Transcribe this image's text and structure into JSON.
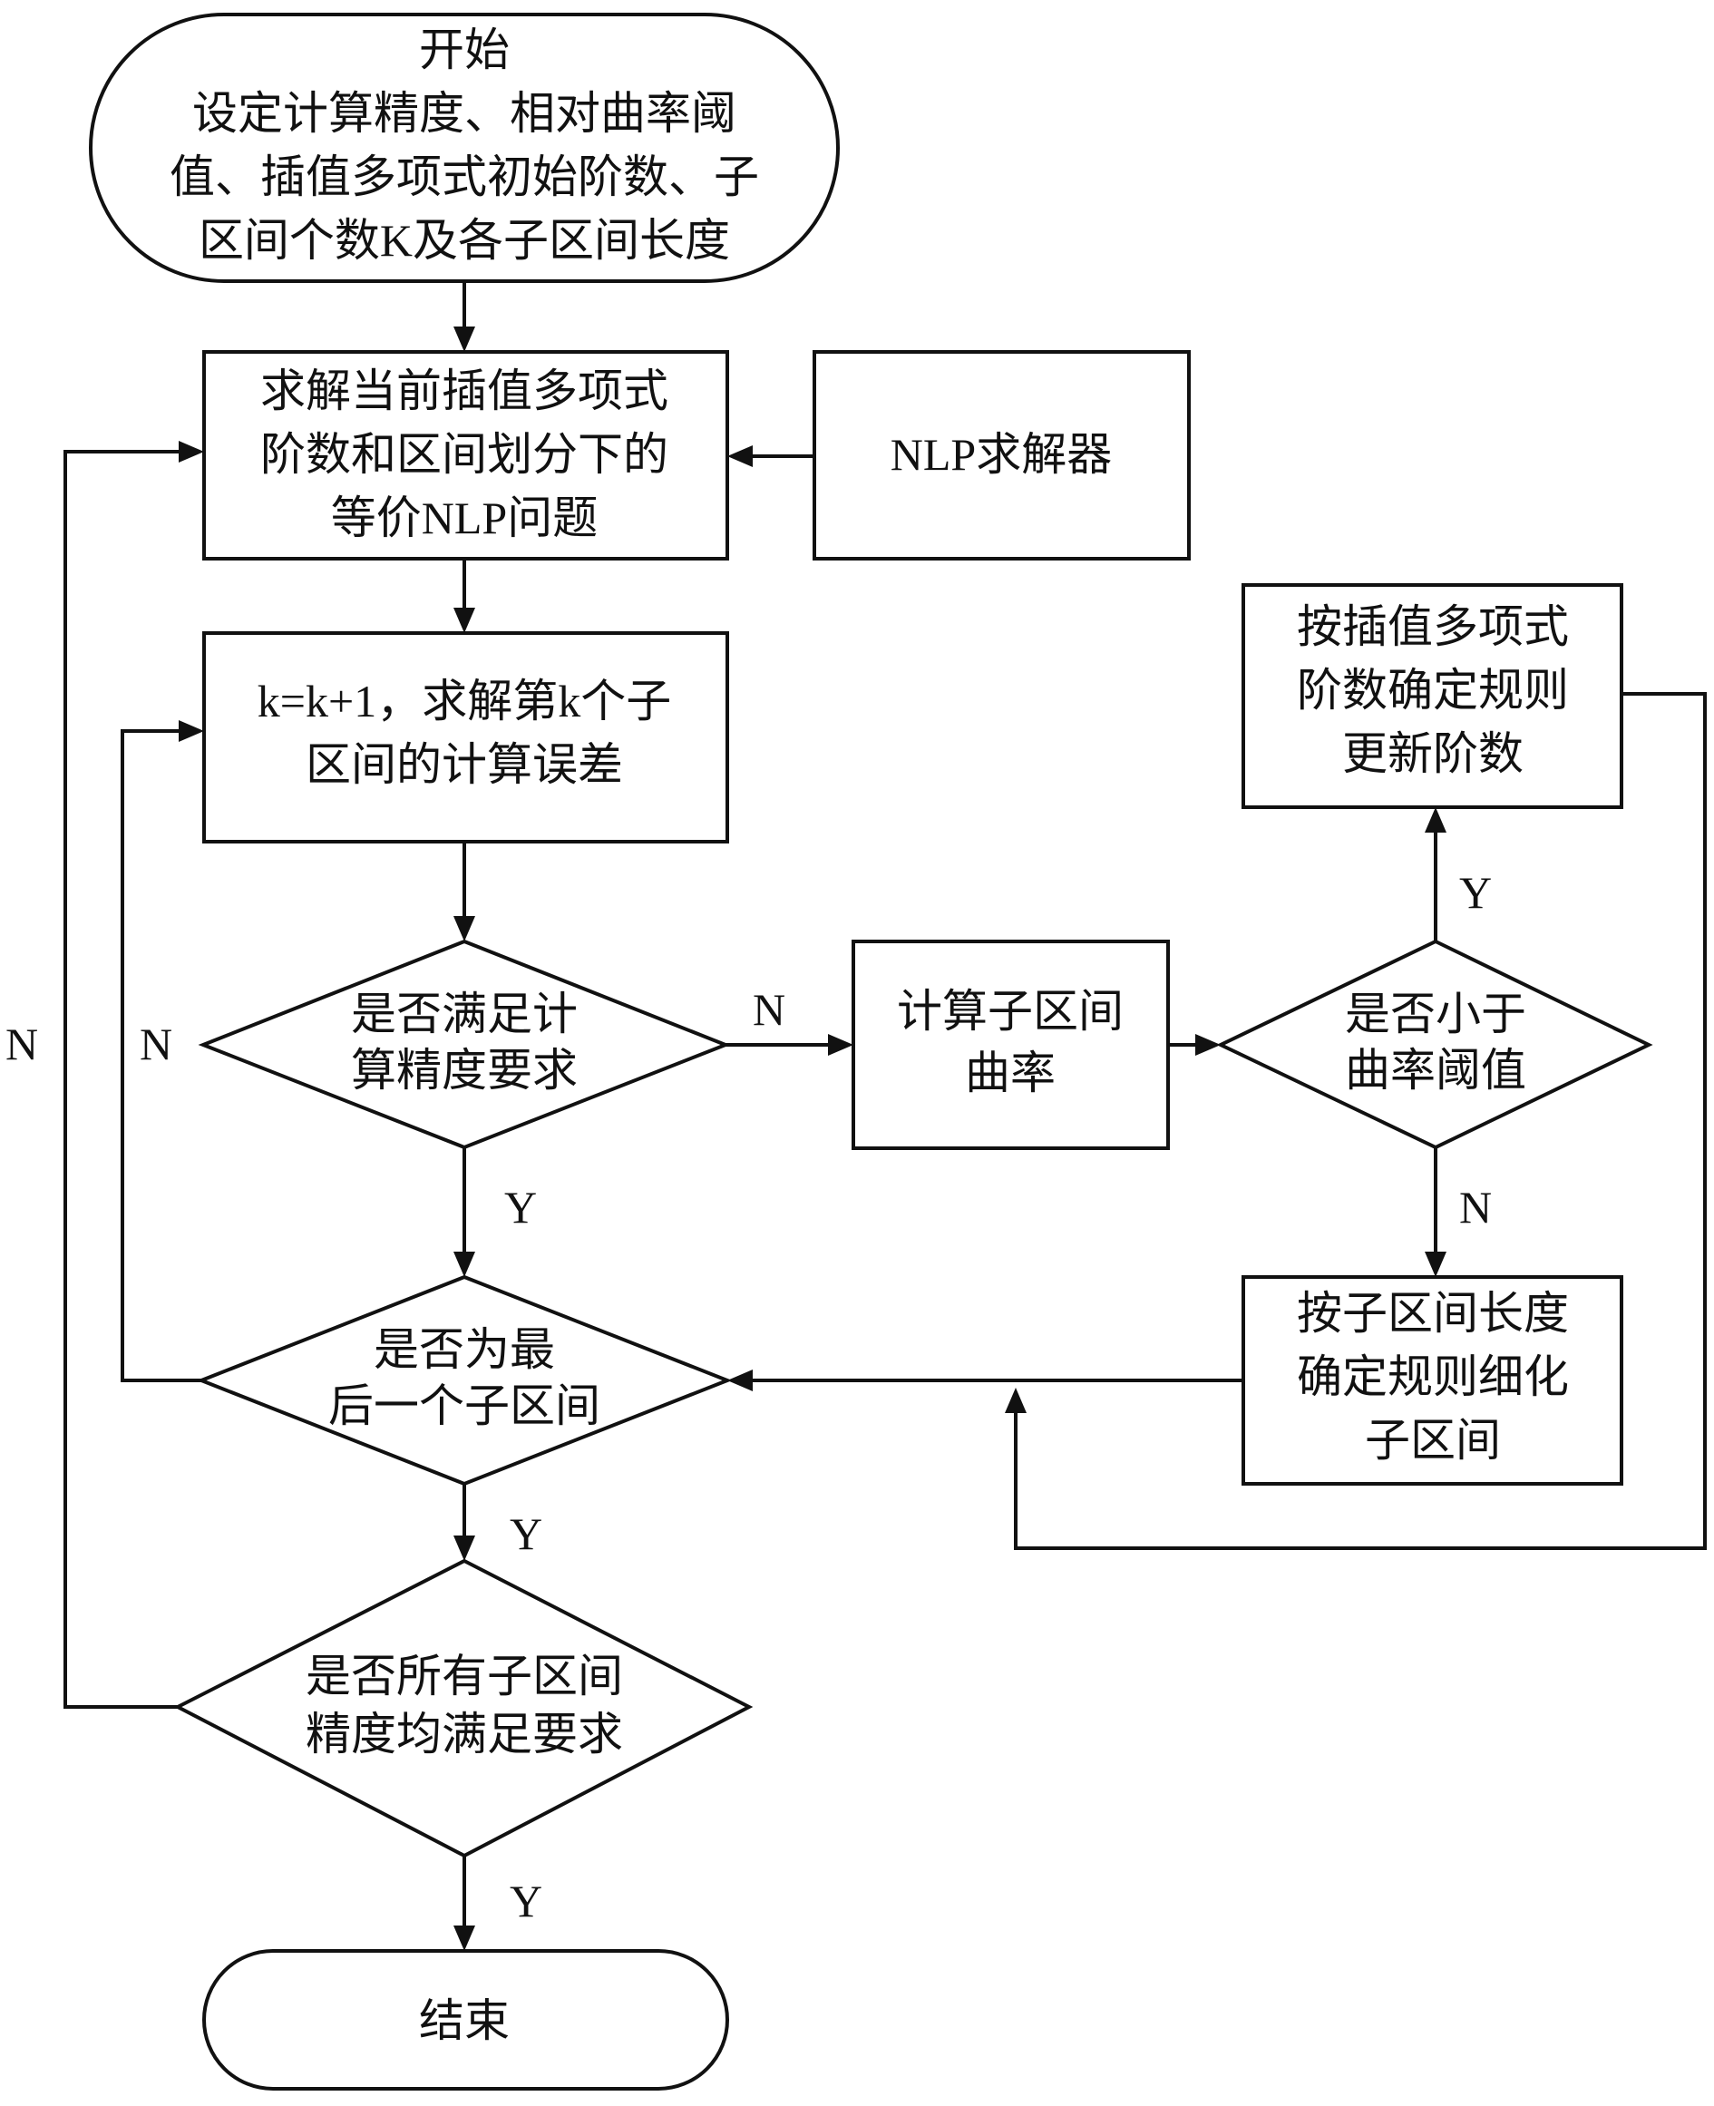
{
  "nodes": {
    "start": {
      "lines": [
        "开始",
        "设定计算精度、相对曲率阈",
        "值、插值多项式初始阶数、子",
        "区间个数K及各子区间长度"
      ]
    },
    "solve_nlp": {
      "lines": [
        "求解当前插值多项式",
        "阶数和区间划分下的",
        "等价NLP问题"
      ]
    },
    "nlp_solver": {
      "lines": [
        "NLP求解器"
      ]
    },
    "compute_error": {
      "lines": [
        "k=k+1，求解第k个子",
        "区间的计算误差"
      ]
    },
    "check_accuracy": {
      "lines": [
        "是否满足计",
        "算精度要求"
      ]
    },
    "compute_curvature": {
      "lines": [
        "计算子区间",
        "曲率"
      ]
    },
    "check_curvature": {
      "lines": [
        "是否小于",
        "曲率阈值"
      ]
    },
    "update_order": {
      "lines": [
        "按插值多项式",
        "阶数确定规则",
        "更新阶数"
      ]
    },
    "refine_intervals": {
      "lines": [
        "按子区间长度",
        "确定规则细化",
        "子区间"
      ]
    },
    "check_last": {
      "lines": [
        "是否为最",
        "后一个子区间"
      ]
    },
    "check_all": {
      "lines": [
        "是否所有子区间",
        "精度均满足要求"
      ]
    },
    "end": {
      "lines": [
        "结束"
      ]
    }
  },
  "edge_labels": {
    "accuracy_no": "N",
    "accuracy_yes": "Y",
    "curvature_yes": "Y",
    "curvature_no": "N",
    "last_no": "N",
    "last_yes": "Y",
    "all_no": "N",
    "all_yes": "Y"
  }
}
